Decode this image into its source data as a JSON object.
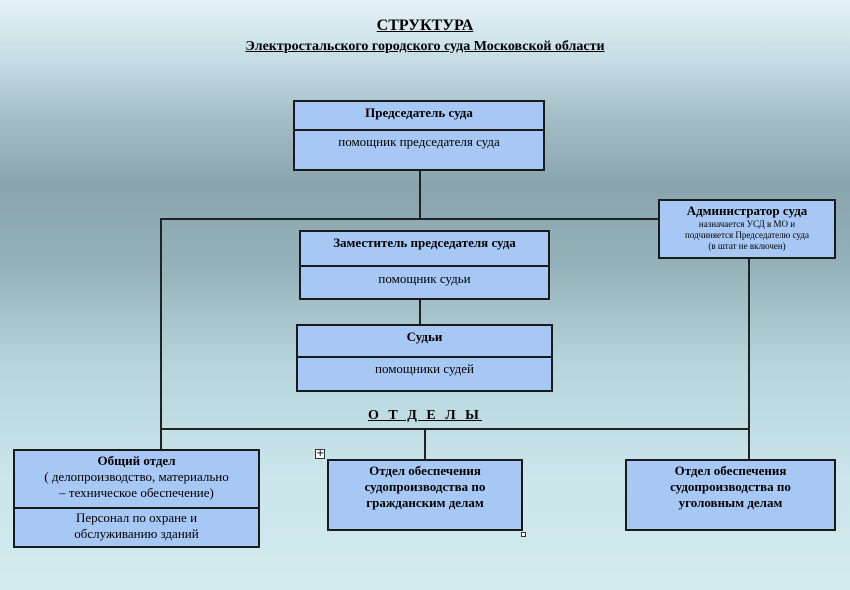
{
  "title": {
    "line1": "СТРУКТУРА",
    "line2": "Электростальского городского суда Московской области"
  },
  "chairman": {
    "title": "Председатель суда",
    "assistant": "помощник председателя суда"
  },
  "deputy": {
    "title": "Заместитель председателя  суда",
    "assistant": "помощник судьи"
  },
  "judges": {
    "title": "Судьи",
    "assistant": "помощники судей"
  },
  "administrator": {
    "title": "Администратор суда",
    "note_line1": "назначается УСД  в МО и",
    "note_line2": "подчиняется Председателю суда",
    "note_line3": "(в штат не включен)"
  },
  "departments_label": "О Т Д Е Л Ы",
  "general_dept": {
    "title": "Общий отдел",
    "subtitle_line1": "( делопроизводство, материально",
    "subtitle_line2": "– техническое обеспечение)",
    "staff_line1": "Персонал по охране и",
    "staff_line2": "обслуживанию зданий"
  },
  "civil_dept": {
    "line1": "Отдел обеспечения",
    "line2": "судопроизводства по",
    "line3": "гражданским делам"
  },
  "criminal_dept": {
    "line1": "Отдел обеспечения",
    "line2": "судопроизводства  по",
    "line3": "уголовным делам"
  },
  "markers": {
    "expand": "+"
  }
}
